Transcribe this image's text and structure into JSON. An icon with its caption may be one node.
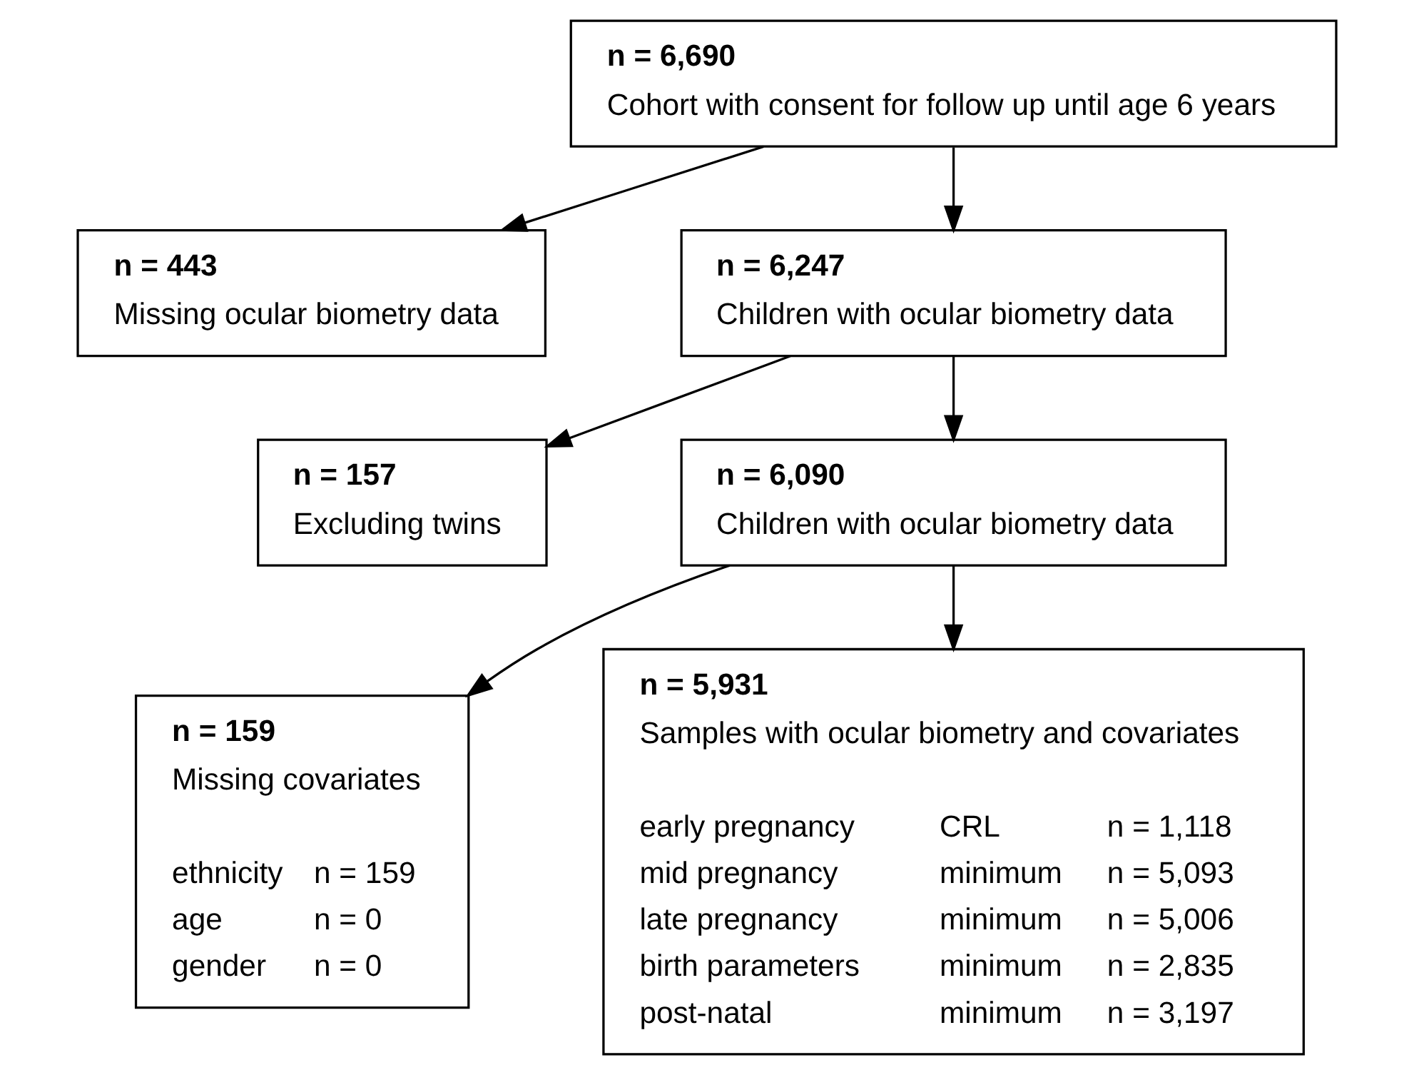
{
  "diagram": {
    "nodes": [
      {
        "text": [
          "n = 6,690",
          "Cohort with consent for follow up until age 6 years"
        ]
      },
      {
        "text": [
          "n = 443",
          "Missing ocular biometry data"
        ]
      },
      {
        "text": [
          "n = 6,247",
          "Children with ocular biometry data"
        ]
      },
      {
        "text": [
          "n = 157",
          "Excluding twins"
        ]
      },
      {
        "text": [
          "n = 6,090",
          "Children with ocular biometry data"
        ]
      },
      {
        "text": [
          "n = 159",
          "Missing covariates",
          "ethnicity",
          "n = 159",
          "age",
          "n = 0",
          "gender",
          "n = 0"
        ]
      },
      {
        "text": [
          "n = 5,931",
          "Samples with ocular biometry and covariates",
          "early pregnancy",
          "CRL",
          "n = 1,118",
          "mid pregnancy",
          "minimum",
          "n = 5,093",
          "late pregnancy",
          "minimum",
          "n = 5,006",
          "birth parameters",
          "minimum",
          "n = 2,835",
          "post-natal",
          "minimum",
          "n = 3,197"
        ]
      }
    ],
    "edges": [
      {
        "from": 0,
        "to": 2,
        "arrow": "to"
      },
      {
        "from": 0,
        "to": 1,
        "arrow": "to"
      },
      {
        "from": 2,
        "to": 4,
        "arrow": "to"
      },
      {
        "from": 2,
        "to": 3,
        "arrow": "to"
      },
      {
        "from": 4,
        "to": 6,
        "arrow": "to"
      },
      {
        "from": 4,
        "to": 5,
        "arrow": "to"
      }
    ]
  }
}
